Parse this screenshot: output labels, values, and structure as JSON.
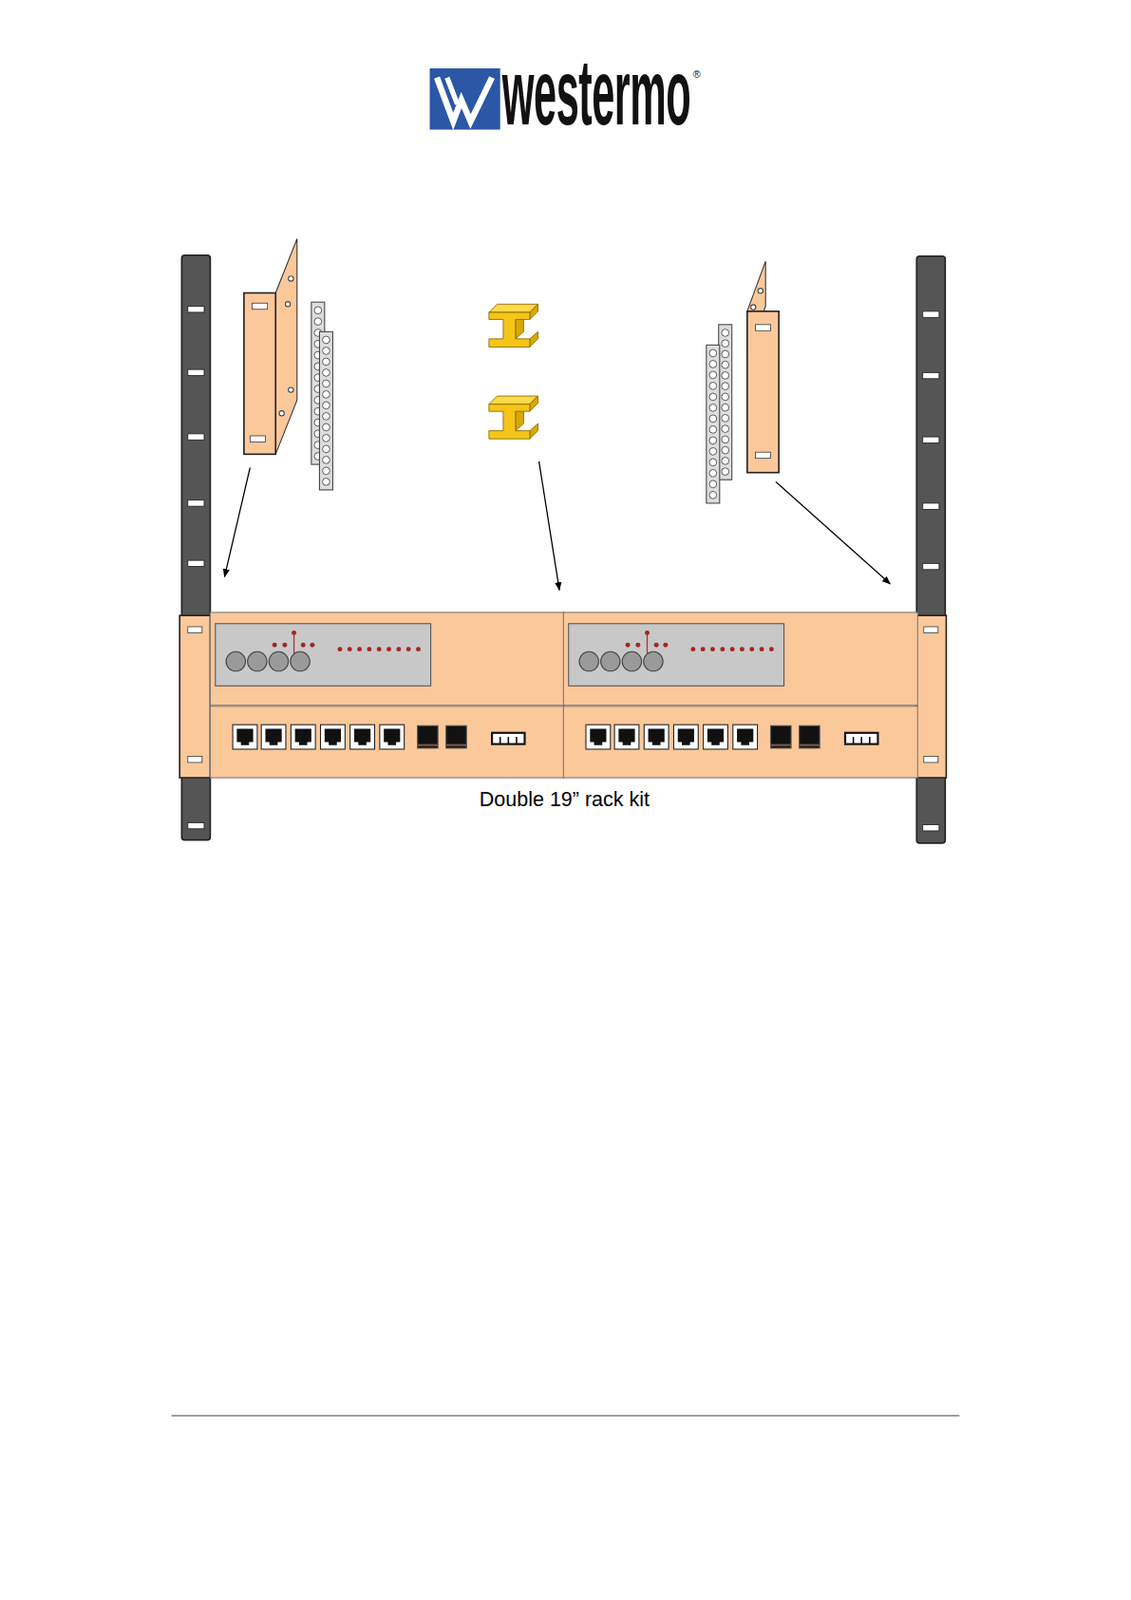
{
  "diagram": {
    "caption": "Double 19” rack kit",
    "labels": [
      "westermo",
      "®"
    ]
  }
}
